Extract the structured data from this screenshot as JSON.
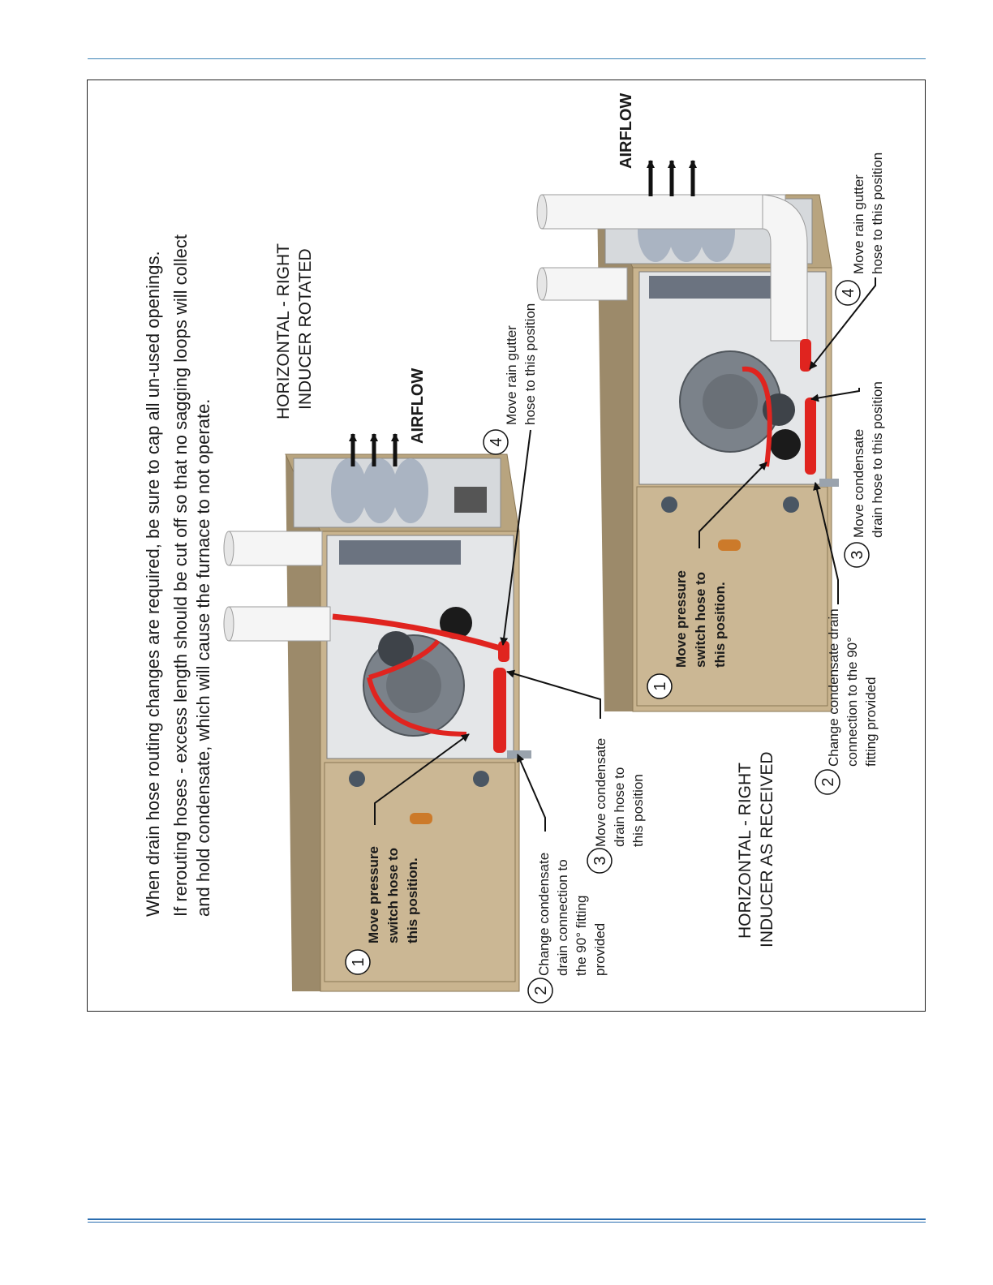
{
  "note": {
    "line1": "When drain hose routing changes are required, be sure to cap all un-used openings.",
    "line2": "If rerouting hoses - excess length should be cut off so that no sagging loops will collect",
    "line3": "and hold condensate, which will cause the furnace to not operate."
  },
  "left_figure": {
    "title1": "HORIZONTAL - RIGHT",
    "title2": "INDUCER ROTATED",
    "airflow": "AIRFLOW",
    "callout1": {
      "num": "1",
      "l1": "Move pressure",
      "l2": "switch hose to",
      "l3": "this position."
    },
    "callout2": {
      "num": "2",
      "l1": "Change condensate",
      "l2": "drain connection to",
      "l3": "the 90° fitting",
      "l4": "provided"
    },
    "callout3": {
      "num": "3",
      "l1": "Move condensate",
      "l2": "drain hose to",
      "l3": "this position"
    },
    "callout4": {
      "num": "4",
      "l1": "Move rain gutter",
      "l2": "hose to this position"
    }
  },
  "right_figure": {
    "title1": "HORIZONTAL - RIGHT",
    "title2": "INDUCER AS RECEIVED",
    "airflow": "AIRFLOW",
    "callout1": {
      "num": "1",
      "l1": "Move pressure",
      "l2": "switch hose to",
      "l3": "this position."
    },
    "callout2": {
      "num": "2",
      "l1": "Change condensate drain",
      "l2": "connection to the 90°",
      "l3": "fitting provided"
    },
    "callout3": {
      "num": "3",
      "l1": "Move condensate",
      "l2": "drain hose to this position"
    },
    "callout4": {
      "num": "4",
      "l1": "Move rain gutter",
      "l2": "hose to this position"
    }
  },
  "colors": {
    "hose": "#e0241f",
    "cabinet": "#c9b48f",
    "rule": "#2a6db0"
  }
}
